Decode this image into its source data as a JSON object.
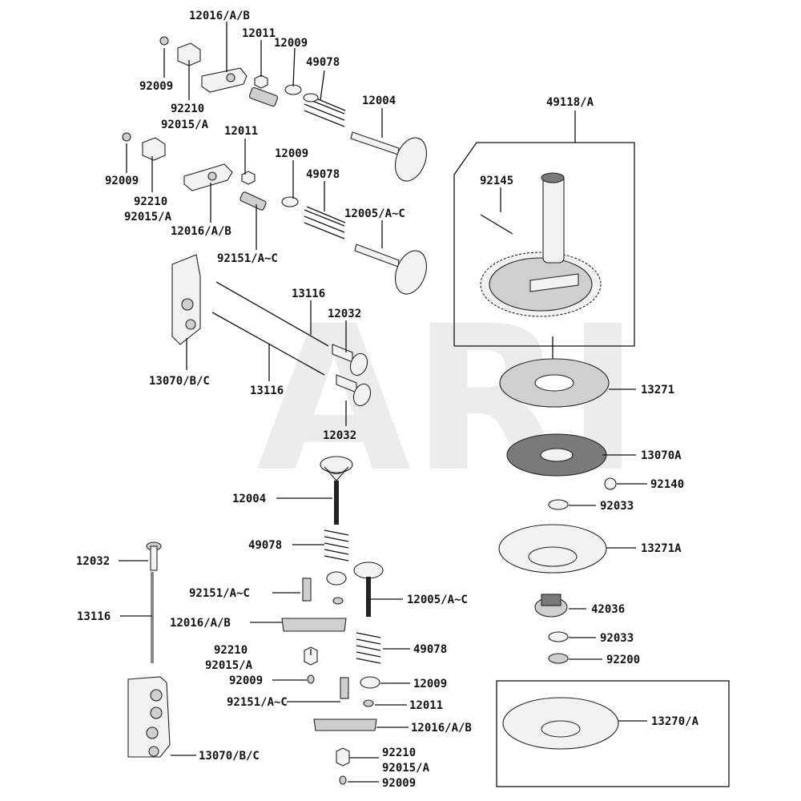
{
  "watermark": "ARI",
  "labels": {
    "l_12016_top": "12016/A/B",
    "l_12011_a": "12011",
    "l_12009_a": "12009",
    "l_49078_a": "49078",
    "l_92009_a": "92009",
    "l_92210_a": "92210",
    "l_92015_a": "92015/A",
    "l_12004_a": "12004",
    "l_12011_b": "12011",
    "l_12009_b": "12009",
    "l_49078_b": "49078",
    "l_92009_b": "92009",
    "l_92210_b": "92210",
    "l_92015_b": "92015/A",
    "l_12016_b": "12016/A/B",
    "l_12005_a": "12005/A~C",
    "l_92151_a": "92151/A~C",
    "l_13116_a": "13116",
    "l_12032_a": "12032",
    "l_13070_a": "13070/B/C",
    "l_13116_b": "13116",
    "l_12032_b": "12032",
    "l_49118": "49118/A",
    "l_92145": "92145",
    "l_13271": "13271",
    "l_13070A": "13070A",
    "l_92140": "92140",
    "l_92033_a": "92033",
    "l_13271A": "13271A",
    "l_42036": "42036",
    "l_92033_b": "92033",
    "l_92200": "92200",
    "l_13270": "13270/A",
    "l_12004_b": "12004",
    "l_49078_c": "49078",
    "l_12032_c": "12032",
    "l_92151_b": "92151/A~C",
    "l_12005_b": "12005/A~C",
    "l_13116_c": "13116",
    "l_12016_c": "12016/A/B",
    "l_49078_d": "49078",
    "l_92210_c": "92210",
    "l_92015_c": "92015/A",
    "l_92009_c": "92009",
    "l_12009_c": "12009",
    "l_92151_c": "92151/A~C",
    "l_12011_c": "12011",
    "l_12016_d": "12016/A/B",
    "l_92210_d": "92210",
    "l_92015_d": "92015/A",
    "l_13070_b": "13070/B/C",
    "l_92009_d": "92009"
  }
}
